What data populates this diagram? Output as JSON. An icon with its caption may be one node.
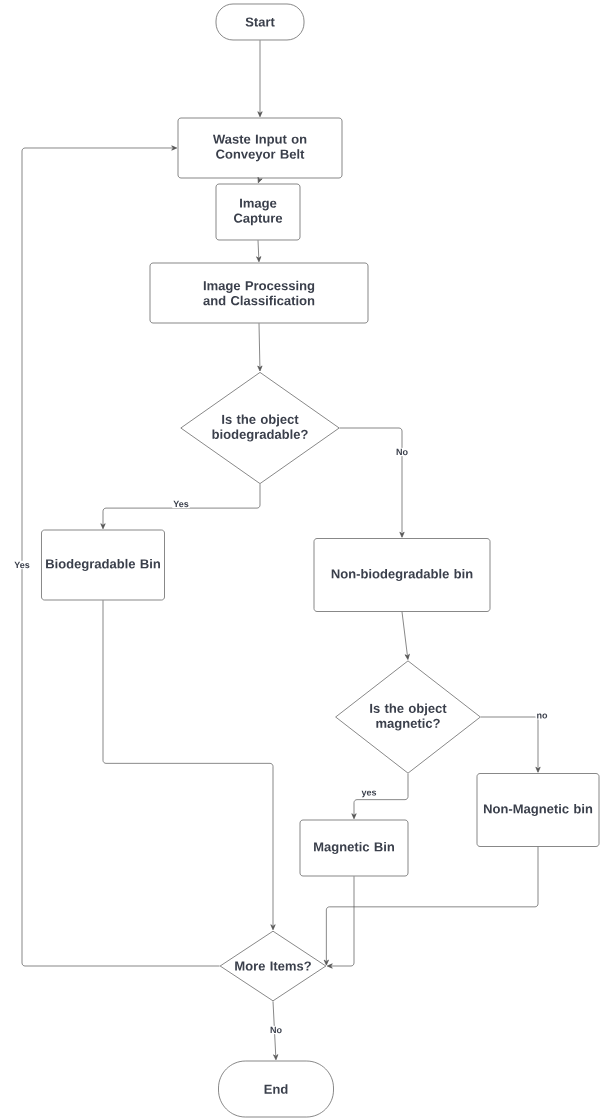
{
  "diagram": {
    "nodes": [
      {
        "text": [
          "Start"
        ]
      },
      {
        "text": [
          "Waste Input on Conveyor Belt"
        ]
      },
      {
        "text": [
          "Image Capture"
        ]
      },
      {
        "text": [
          "Image Processing and Classification"
        ]
      },
      {
        "text": [
          "Is the object biodegradable?"
        ]
      },
      {
        "text": [
          "Biodegradable Bin"
        ]
      },
      {
        "text": [
          "Non-biodegradable bin"
        ]
      },
      {
        "text": [
          "Is the object magnetic?"
        ]
      },
      {
        "text": [
          "Magnetic Bin"
        ]
      },
      {
        "text": [
          "Non-Magnetic bin"
        ]
      },
      {
        "text": [
          "More Items?"
        ]
      },
      {
        "text": [
          "End"
        ]
      }
    ],
    "edges": [
      {
        "from": 0,
        "to": 1,
        "arrow": "to"
      },
      {
        "from": 1,
        "to": 2,
        "arrow": "to"
      },
      {
        "from": 2,
        "to": 3,
        "arrow": "to"
      },
      {
        "from": 3,
        "to": 4,
        "arrow": "to"
      },
      {
        "from": 4,
        "to": 5,
        "arrow": "to",
        "label": "Yes"
      },
      {
        "from": 4,
        "to": 6,
        "arrow": "to",
        "label": "No"
      },
      {
        "from": 5,
        "to": 10,
        "arrow": "to"
      },
      {
        "from": 6,
        "to": 7,
        "arrow": "to"
      },
      {
        "from": 7,
        "to": 8,
        "arrow": "to",
        "label": "yes"
      },
      {
        "from": 7,
        "to": 9,
        "arrow": "to",
        "label": "no"
      },
      {
        "from": 8,
        "to": 10,
        "arrow": "to"
      },
      {
        "from": 9,
        "to": 10,
        "arrow": "to"
      },
      {
        "from": 10,
        "to": 1,
        "arrow": "to",
        "label": "Yes"
      },
      {
        "from": 10,
        "to": 11,
        "arrow": "to",
        "label": "No"
      }
    ]
  }
}
